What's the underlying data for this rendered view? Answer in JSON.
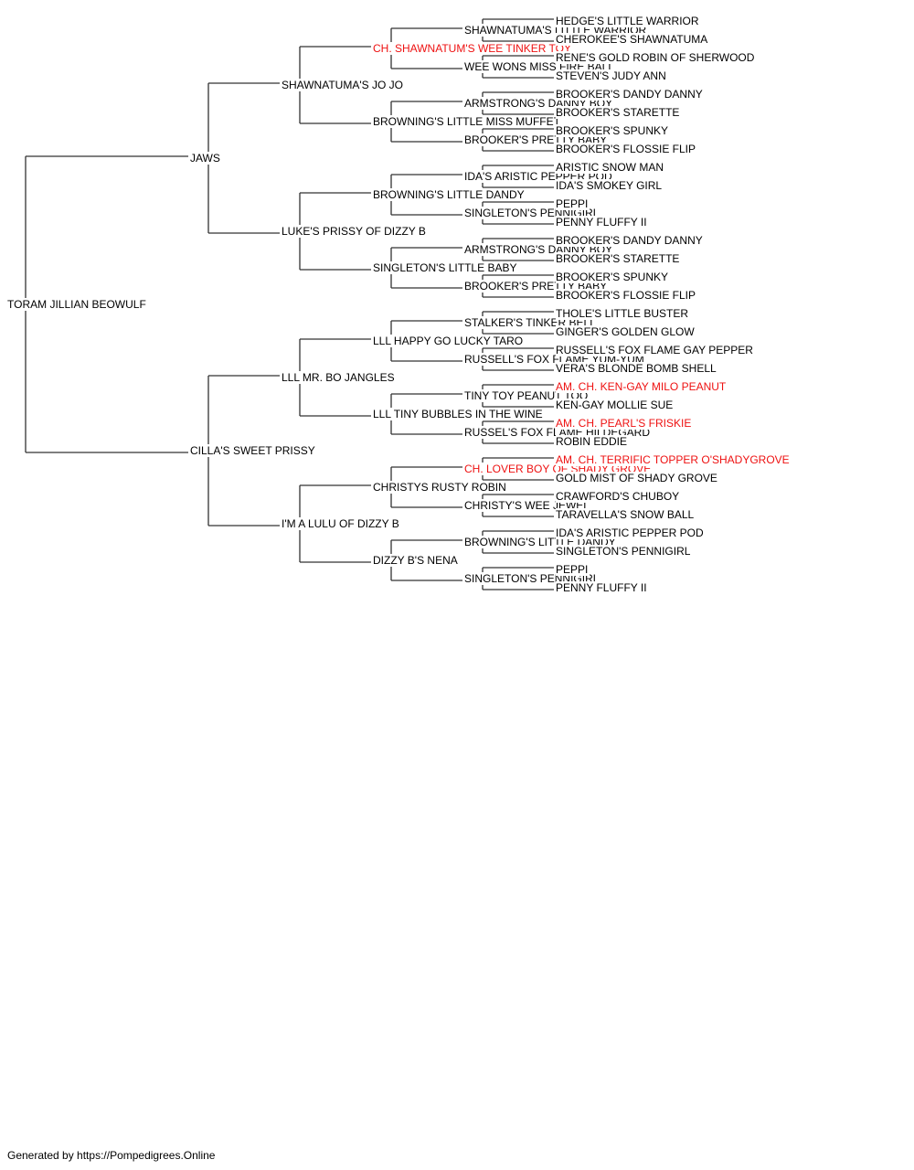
{
  "pedigree": {
    "subject": "TORAM JILLIAN BEOWULF",
    "colors": {
      "champion": "#ee1111",
      "normal": "#000000",
      "line": "#333333"
    },
    "generations": [
      [
        "TORAM JILLIAN BEOWULF"
      ],
      [
        "JAWS",
        "CILLA'S SWEET PRISSY"
      ],
      [
        "SHAWNATUMA'S JO JO",
        "LUKE'S PRISSY OF DIZZY B",
        "LLL MR. BO JANGLES",
        "I'M A LULU OF DIZZY B"
      ],
      [
        "CH. SHAWNATUM'S WEE TINKER TOY",
        "BROWNING'S LITTLE MISS MUFFET",
        "BROWNING'S LITTLE DANDY",
        "SINGLETON'S LITTLE BABY",
        "LLL HAPPY GO LUCKY TARO",
        "LLL TINY BUBBLES IN THE WINE",
        "CHRISTYS RUSTY ROBIN",
        "DIZZY B'S NENA"
      ],
      [
        "SHAWNATUMA'S LITTLE WARRIOR",
        "WEE WONS MISS FIRE BALL",
        "ARMSTRONG'S DANNY BOY",
        "BROOKER'S PRETTY BABY",
        "IDA'S ARISTIC PEPPER POD",
        "SINGLETON'S PENNIGIRL",
        "ARMSTRONG'S DANNY BOY",
        "BROOKER'S PRETTY BABY",
        "STALKER'S TINKER BELL",
        "RUSSELL'S FOX FLAME YUM-YUM",
        "TINY TOY PEANUT TOO",
        "RUSSEL'S FOX FLAME HILDEGARD",
        "CH. LOVER BOY OF SHADY GROVE`",
        "CHRISTY'S WEE JEWEL",
        "BROWNING'S LITTLE DANDY",
        "SINGLETON'S PENNIGIRL"
      ],
      [
        "HEDGE'S LITTLE WARRIOR",
        "CHEROKEE'S SHAWNATUMA",
        "RENE'S GOLD ROBIN OF SHERWOOD",
        "STEVEN'S JUDY ANN",
        "BROOKER'S DANDY DANNY",
        "BROOKER'S STARETTE",
        "BROOKER'S SPUNKY",
        "BROOKER'S FLOSSIE FLIP",
        "ARISTIC SNOW MAN",
        "IDA'S SMOKEY GIRL",
        "PEPPI",
        "PENNY FLUFFY II",
        "BROOKER'S DANDY DANNY",
        "BROOKER'S STARETTE",
        "BROOKER'S SPUNKY",
        "BROOKER'S FLOSSIE FLIP",
        "THOLE'S LITTLE BUSTER",
        "GINGER'S GOLDEN GLOW",
        "RUSSELL'S FOX FLAME GAY PEPPER",
        "VERA'S BLONDE BOMB SHELL",
        "AM. CH. KEN-GAY MILO PEANUT",
        "KEN-GAY MOLLIE SUE",
        "AM. CH. PEARL'S FRISKIE",
        "ROBIN EDDIE",
        "AM. CH. TERRIFIC TOPPER O'SHADYGROVE",
        "GOLD MIST OF SHADY GROVE",
        "CRAWFORD'S CHUBOY",
        "TARAVELLA'S SNOW BALL",
        "IDA'S ARISTIC PEPPER POD",
        "SINGLETON'S PENNIGIRL",
        "PEPPI",
        "PENNY FLUFFY II"
      ]
    ],
    "champions": [
      "CH. SHAWNATUM'S WEE TINKER TOY",
      "AM. CH. KEN-GAY MILO PEANUT",
      "AM. CH. PEARL'S FRISKIE",
      "AM. CH. TERRIFIC TOPPER O'SHADYGROVE",
      "CH. LOVER BOY OF SHADY GROVE`"
    ]
  },
  "footer": "Generated by https://Pompedigrees.Online"
}
